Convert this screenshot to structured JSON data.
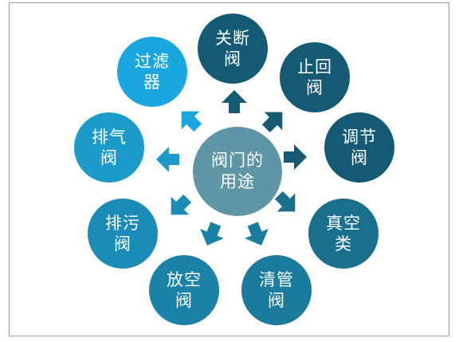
{
  "center": {
    "label": "阀门的\n用途",
    "color": "#5f96a6"
  },
  "nodes": [
    {
      "label": "关断\n阀",
      "color": "#145a74"
    },
    {
      "label": "止回\n阀",
      "color": "#145a74"
    },
    {
      "label": "调节\n阀",
      "color": "#145a74"
    },
    {
      "label": "真空\n类",
      "color": "#1a6f8d"
    },
    {
      "label": "清管\n阀",
      "color": "#1a7b9d"
    },
    {
      "label": "放空\n阀",
      "color": "#1a82a6"
    },
    {
      "label": "排污\n阀",
      "color": "#1a8cb5"
    },
    {
      "label": "排气\n阀",
      "color": "#1a9bc9"
    },
    {
      "label": "过滤\n器",
      "color": "#1aa7df"
    }
  ]
}
